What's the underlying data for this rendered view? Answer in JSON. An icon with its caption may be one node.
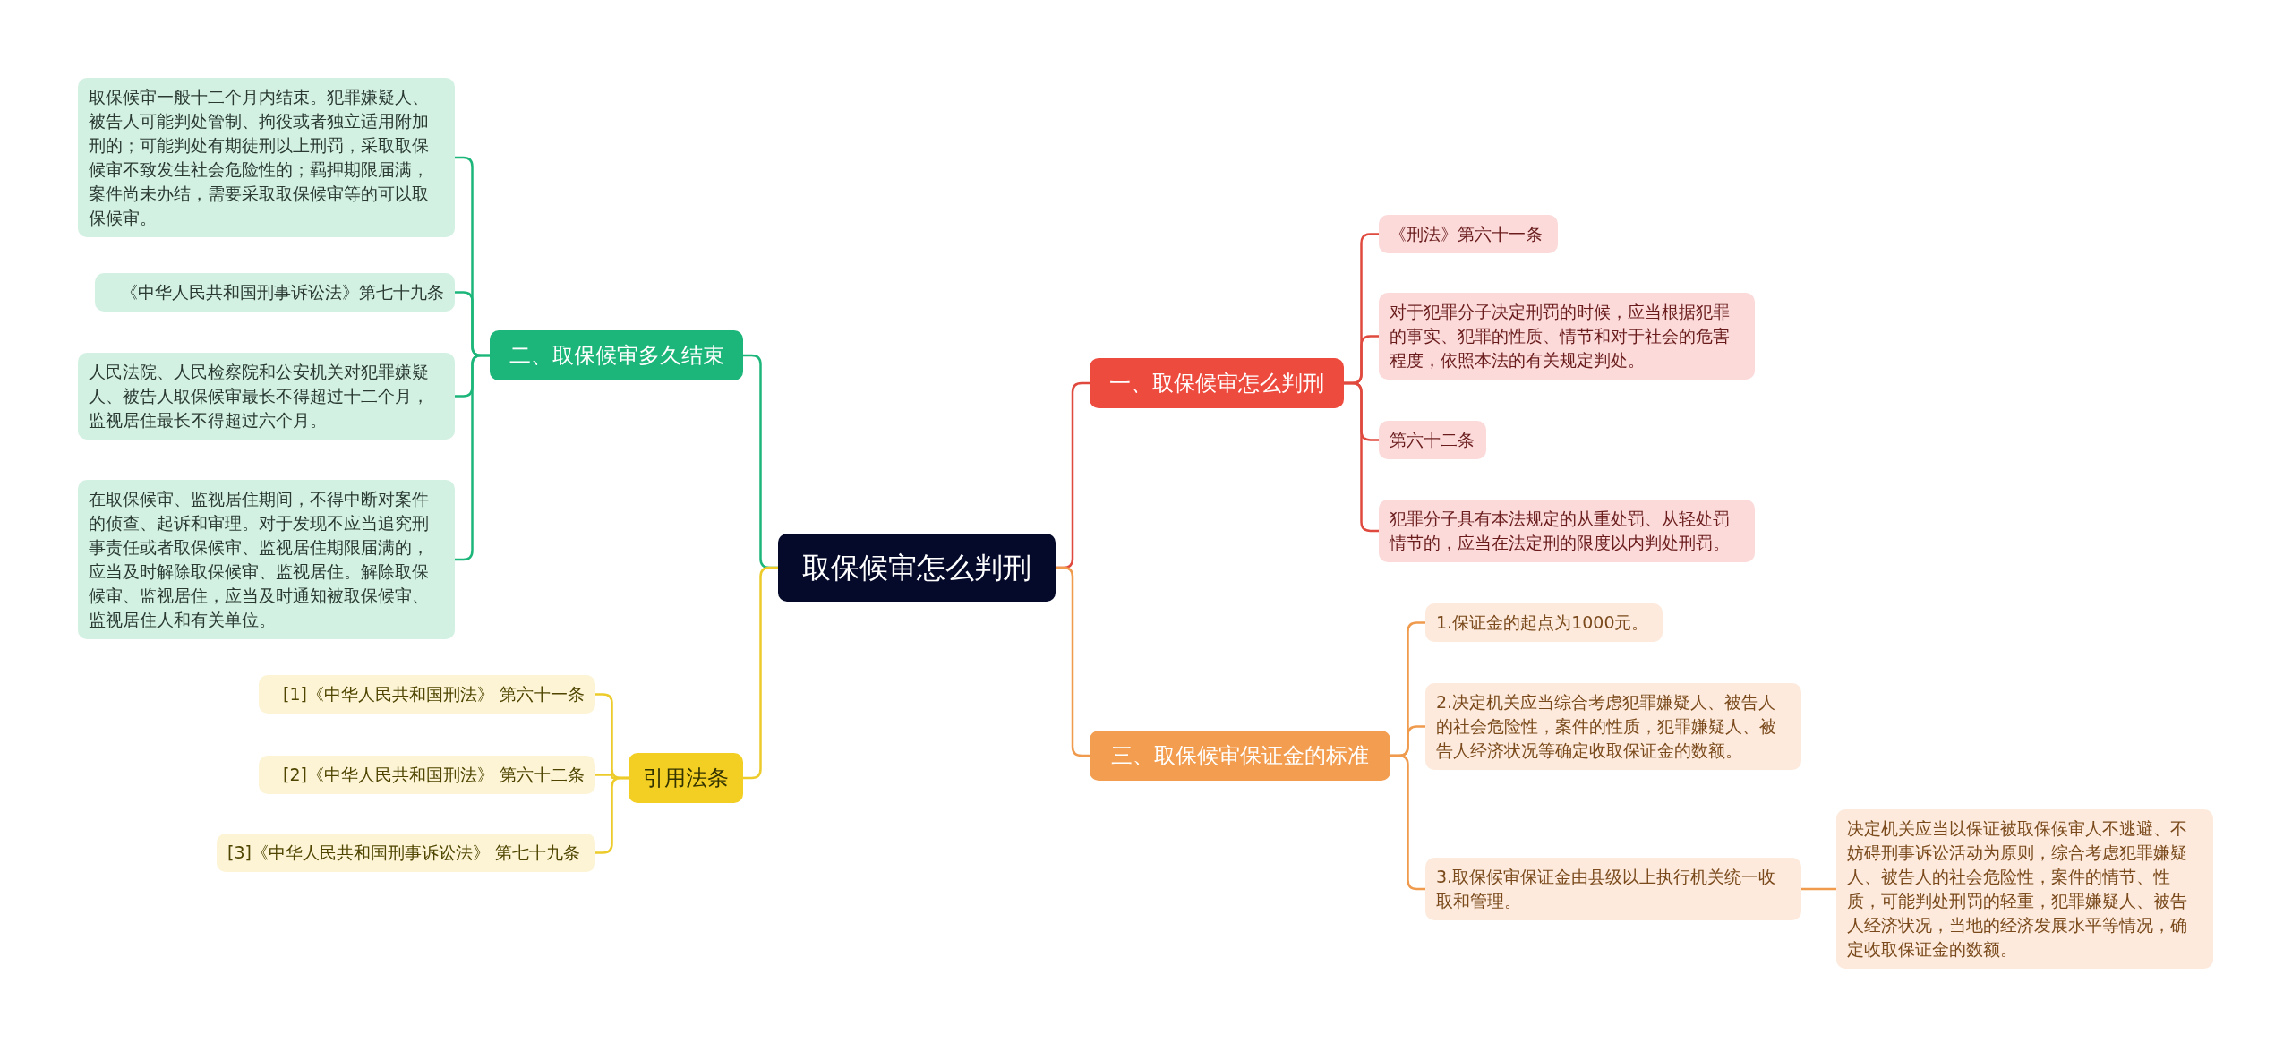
{
  "diagram": {
    "nodes": [
      {
        "text": [
          "取保候审怎么判刑"
        ]
      },
      {
        "text": [
          "二、取保候审多久结束"
        ]
      },
      {
        "text": [
          "取保候审一般十二个月内结束。犯罪嫌疑人、被告人可能判处管制、拘役或者独立适用附加刑的；可能判处有期徒刑以上刑罚，采取取保候审不致发生社会危险性的；羁押期限届满，案件尚未办结，需要采取取保候审等的可以取保候审。"
        ]
      },
      {
        "text": [
          "《中华人民共和国刑事诉讼法》第七十九条"
        ]
      },
      {
        "text": [
          "人民法院、人民检察院和公安机关对犯罪嫌疑人、被告人取保候审最长不得超过十二个月，监视居住最长不得超过六个月。"
        ]
      },
      {
        "text": [
          "在取保候审、监视居住期间，不得中断对案件的侦查、起诉和审理。对于发现不应当追究刑事责任或者取保候审、监视居住期限届满的，应当及时解除取保候审、监视居住。解除取保候审、监视居住，应当及时通知被取保候审、监视居住人和有关单位。"
        ]
      },
      {
        "text": [
          "引用法条"
        ]
      },
      {
        "text": [
          "[1]《中华人民共和国刑法》 第六十一条"
        ]
      },
      {
        "text": [
          "[2]《中华人民共和国刑法》 第六十二条"
        ]
      },
      {
        "text": [
          "[3]《中华人民共和国刑事诉讼法》 第七十九条"
        ]
      },
      {
        "text": [
          "一、取保候审怎么判刑"
        ]
      },
      {
        "text": [
          "《刑法》第六十一条"
        ]
      },
      {
        "text": [
          "对于犯罪分子决定刑罚的时候，应当根据犯罪的事实、犯罪的性质、情节和对于社会的危害程度，依照本法的有关规定判处。"
        ]
      },
      {
        "text": [
          "第六十二条"
        ]
      },
      {
        "text": [
          "犯罪分子具有本法规定的从重处罚、从轻处罚情节的，应当在法定刑的限度以内判处刑罚。"
        ]
      },
      {
        "text": [
          "三、取保候审保证金的标准"
        ]
      },
      {
        "text": [
          "1.保证金的起点为1000元。"
        ]
      },
      {
        "text": [
          "2.决定机关应当综合考虑犯罪嫌疑人、被告人的社会危险性，案件的性质，犯罪嫌疑人、被告人经济状况等确定收取保证金的数额。"
        ]
      },
      {
        "text": [
          "3.取保候审保证金由县级以上执行机关统一收取和管理。"
        ]
      },
      {
        "text": [
          "决定机关应当以保证被取保候审人不逃避、不妨碍刑事诉讼活动为原则，综合考虑犯罪嫌疑人、被告人的社会危险性，案件的情节、性质，可能判处刑罚的轻重，犯罪嫌疑人、被告人经济状况，当地的经济发展水平等情况，确定收取保证金的数额。"
        ]
      }
    ],
    "edges": [
      {
        "from": 0,
        "to": 1,
        "arrow": "none",
        "color": "#1db67a"
      },
      {
        "from": 1,
        "to": 2,
        "arrow": "none",
        "color": "#1db67a"
      },
      {
        "from": 1,
        "to": 3,
        "arrow": "none",
        "color": "#1db67a"
      },
      {
        "from": 1,
        "to": 4,
        "arrow": "none",
        "color": "#1db67a"
      },
      {
        "from": 1,
        "to": 5,
        "arrow": "none",
        "color": "#1db67a"
      },
      {
        "from": 0,
        "to": 6,
        "arrow": "none",
        "color": "#eccb2a"
      },
      {
        "from": 6,
        "to": 7,
        "arrow": "none",
        "color": "#eccb2a"
      },
      {
        "from": 6,
        "to": 8,
        "arrow": "none",
        "color": "#eccb2a"
      },
      {
        "from": 6,
        "to": 9,
        "arrow": "none",
        "color": "#eccb2a"
      },
      {
        "from": 0,
        "to": 10,
        "arrow": "none",
        "color": "#e0493e"
      },
      {
        "from": 10,
        "to": 11,
        "arrow": "none",
        "color": "#e0493e"
      },
      {
        "from": 10,
        "to": 12,
        "arrow": "none",
        "color": "#e0493e"
      },
      {
        "from": 10,
        "to": 13,
        "arrow": "none",
        "color": "#e0493e"
      },
      {
        "from": 10,
        "to": 14,
        "arrow": "none",
        "color": "#e0493e"
      },
      {
        "from": 0,
        "to": 15,
        "arrow": "none",
        "color": "#ef9a4c"
      },
      {
        "from": 15,
        "to": 16,
        "arrow": "none",
        "color": "#ef9a4c"
      },
      {
        "from": 15,
        "to": 17,
        "arrow": "none",
        "color": "#ef9a4c"
      },
      {
        "from": 15,
        "to": 18,
        "arrow": "none",
        "color": "#ef9a4c"
      },
      {
        "from": 18,
        "to": 19,
        "arrow": "none",
        "color": "#ef9a4c"
      }
    ]
  }
}
